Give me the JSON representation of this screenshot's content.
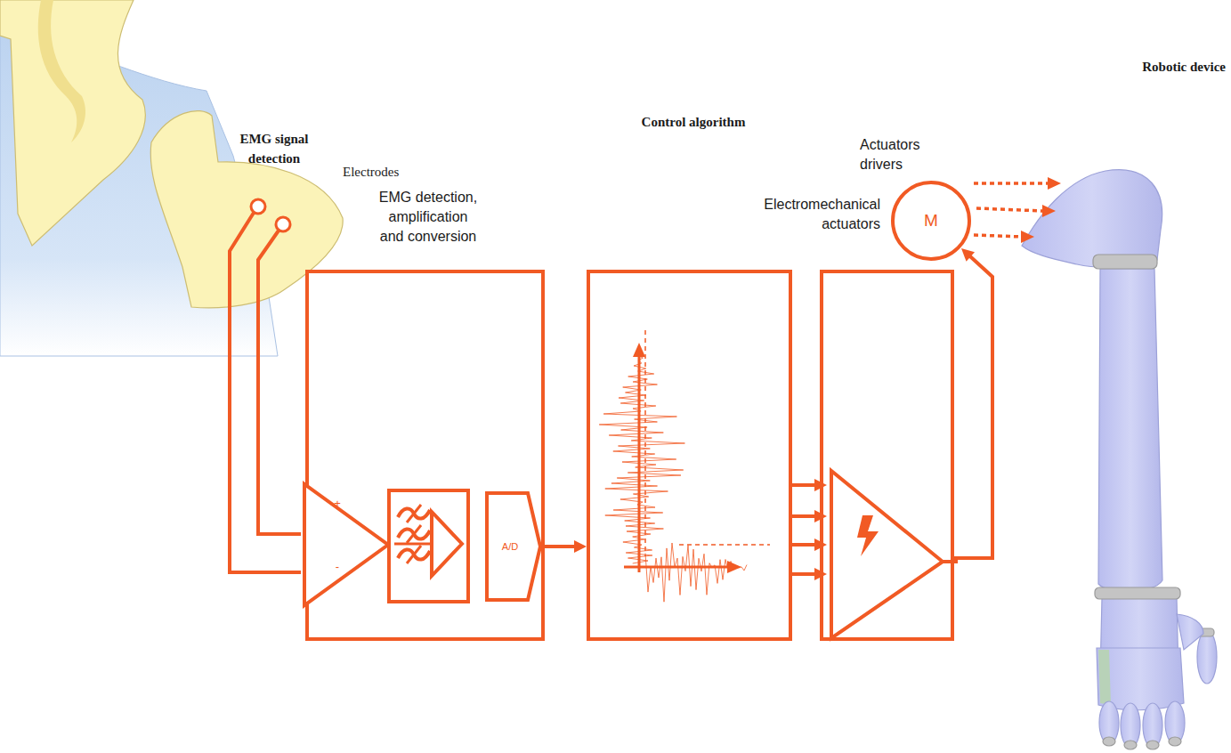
{
  "diagram": {
    "nodes": [
      {
        "text": [
          "EMG detection, amplification and conversion"
        ]
      },
      {
        "text": [
          "A/D"
        ],
        "in": 0
      },
      {
        "text": [
          "Control algorithm"
        ]
      },
      {
        "text": [
          "Actuators drivers"
        ]
      },
      {
        "text": [
          "Electromechanical actuators",
          "M"
        ]
      }
    ],
    "edges": [
      {
        "from": 1,
        "to": 2,
        "arrow": "to"
      },
      {
        "from": 2,
        "to": 3,
        "arrow": "to"
      },
      {
        "from": 3,
        "to": 4,
        "arrow": "to"
      }
    ],
    "labels": [
      "EMG signal detection",
      "Electrodes",
      "Robotic device",
      "+",
      "-"
    ]
  }
}
